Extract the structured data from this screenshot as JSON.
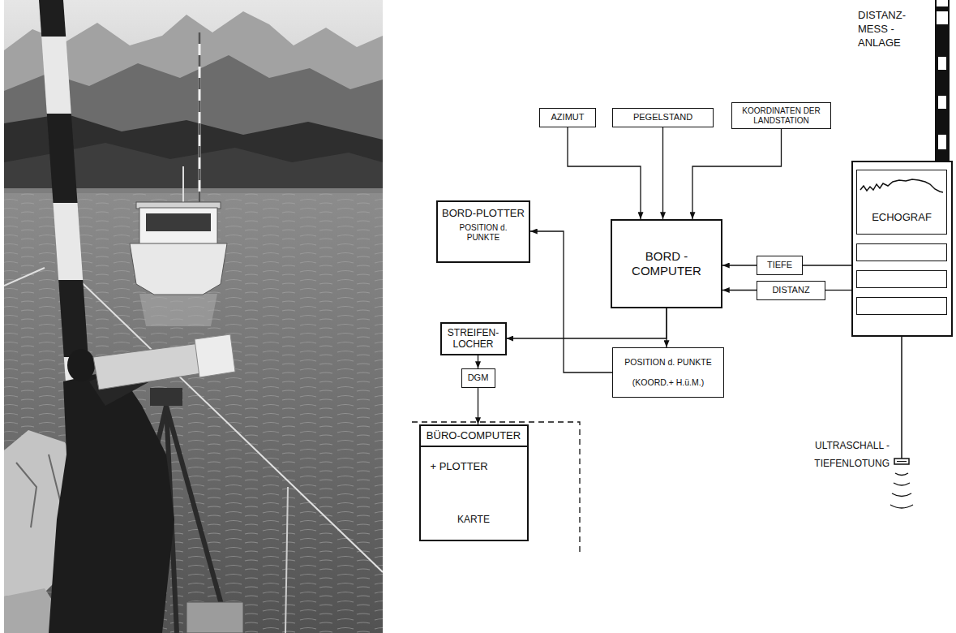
{
  "diagram": {
    "nodes": [
      {
        "text": [
          "AZIMUT"
        ]
      },
      {
        "text": [
          "PEGELSTAND"
        ]
      },
      {
        "text": [
          "KOORDINATEN DER LANDSTATION"
        ]
      },
      {
        "text": [
          "DISTANZ- MESS - ANLAGE"
        ]
      },
      {
        "text": [
          "ECHOGRAF"
        ],
        "in": 3
      },
      {
        "text": [
          "BORD-PLOTTER",
          "POSITION d. PUNKTE"
        ]
      },
      {
        "text": [
          "BORD - COMPUTER"
        ]
      },
      {
        "text": [
          "TIEFE"
        ]
      },
      {
        "text": [
          "DISTANZ"
        ]
      },
      {
        "text": [
          "STREIFEN- LOCHER"
        ]
      },
      {
        "text": [
          "POSITION d. PUNKTE",
          "(KOORD.+ H.ü.M.)"
        ]
      },
      {
        "text": [
          "DGM"
        ]
      },
      {
        "text": [
          "BÜRO-COMPUTER",
          "+ PLOTTER",
          "KARTE"
        ]
      }
    ],
    "edges": [
      {
        "from": 0,
        "to": 6,
        "arrow": "to"
      },
      {
        "from": 1,
        "to": 6,
        "arrow": "to"
      },
      {
        "from": 2,
        "to": 6,
        "arrow": "to"
      },
      {
        "from": 3,
        "to": 7,
        "arrow": "none"
      },
      {
        "from": 7,
        "to": 6,
        "arrow": "to"
      },
      {
        "from": 3,
        "to": 8,
        "arrow": "none"
      },
      {
        "from": 8,
        "to": 6,
        "arrow": "to"
      },
      {
        "from": 6,
        "to": 10,
        "arrow": "to"
      },
      {
        "from": 6,
        "to": 9,
        "arrow": "to"
      },
      {
        "from": 10,
        "to": 5,
        "arrow": "to"
      },
      {
        "from": 9,
        "to": 11,
        "arrow": "to"
      },
      {
        "from": 11,
        "to": 12,
        "arrow": "to"
      }
    ],
    "labels": [
      "ULTRASCHALL - TIEFENLOTUNG"
    ]
  }
}
